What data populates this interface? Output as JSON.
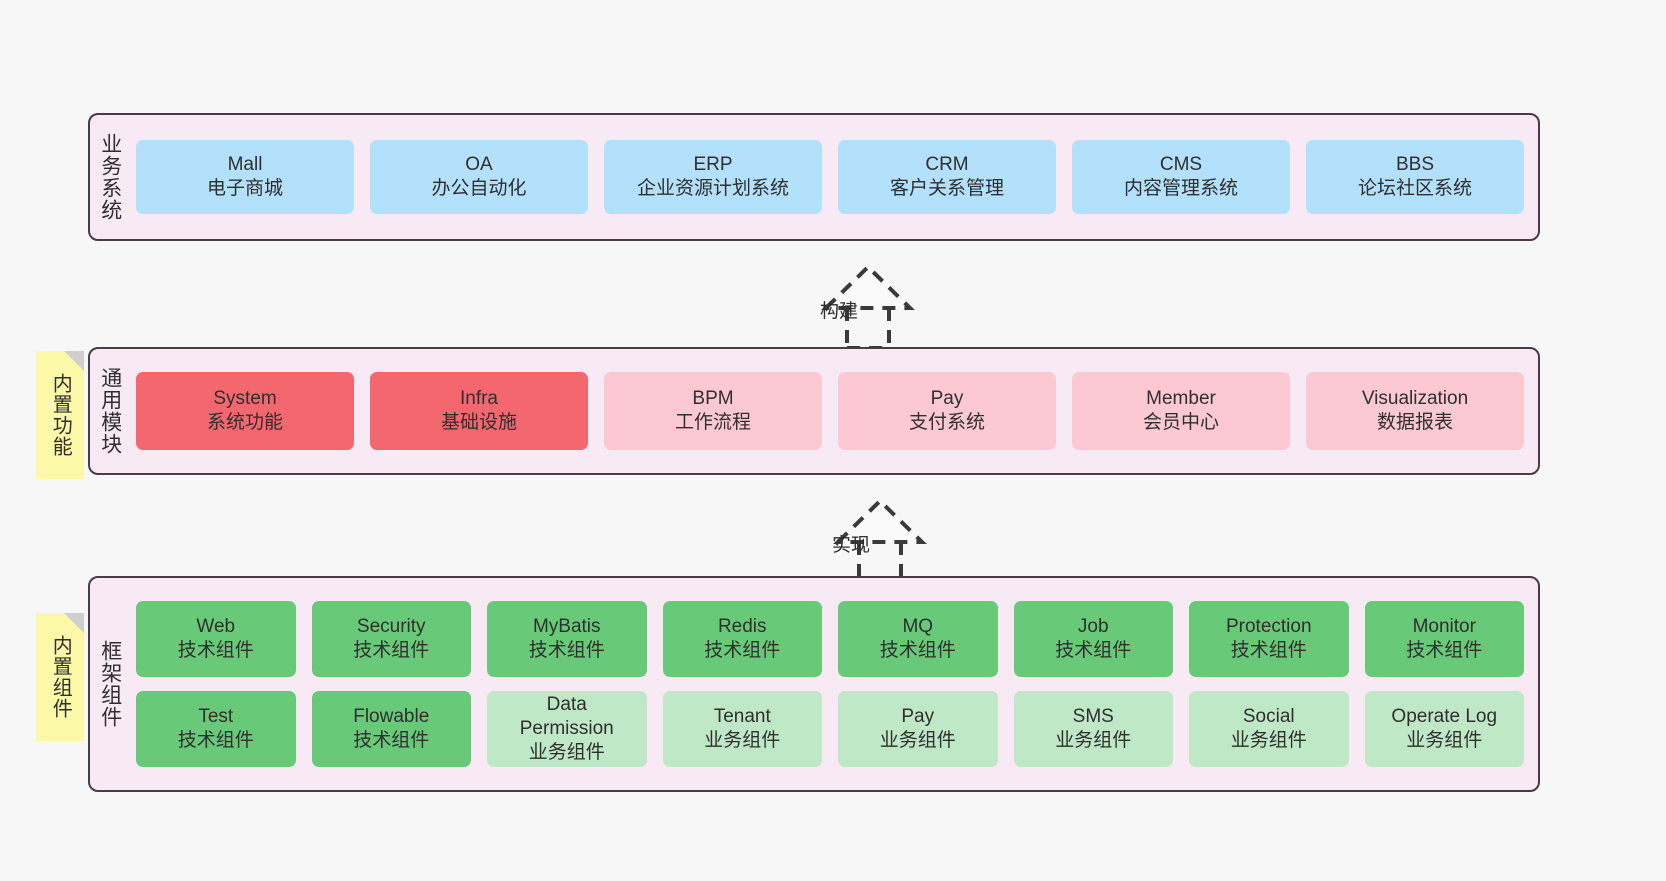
{
  "diagram": {
    "background_color": "#f7f7f7",
    "layer_fill": "#f7eaf4",
    "layer_border": "#4a3b46",
    "sticky_color": "#fbf8a8"
  },
  "layers": [
    {
      "key": "business",
      "title": "业务系统",
      "rows": [
        {
          "nodes": [
            {
              "en": "Mall",
              "cn": "电子商城",
              "color": "blue"
            },
            {
              "en": "OA",
              "cn": "办公自动化",
              "color": "blue"
            },
            {
              "en": "ERP",
              "cn": "企业资源计划系统",
              "color": "blue"
            },
            {
              "en": "CRM",
              "cn": "客户关系管理",
              "color": "blue"
            },
            {
              "en": "CMS",
              "cn": "内容管理系统",
              "color": "blue"
            },
            {
              "en": "BBS",
              "cn": "论坛社区系统",
              "color": "blue"
            }
          ]
        }
      ]
    },
    {
      "key": "common",
      "title": "通用模块",
      "sticky": "内置功能",
      "rows": [
        {
          "nodes": [
            {
              "en": "System",
              "cn": "系统功能",
              "color": "red"
            },
            {
              "en": "Infra",
              "cn": "基础设施",
              "color": "red"
            },
            {
              "en": "BPM",
              "cn": "工作流程",
              "color": "pink"
            },
            {
              "en": "Pay",
              "cn": "支付系统",
              "color": "pink"
            },
            {
              "en": "Member",
              "cn": "会员中心",
              "color": "pink"
            },
            {
              "en": "Visualization",
              "cn": "数据报表",
              "color": "pink"
            }
          ]
        }
      ]
    },
    {
      "key": "framework",
      "title": "框架组件",
      "sticky": "内置组件",
      "rows": [
        {
          "nodes": [
            {
              "en": "Web",
              "cn": "技术组件",
              "color": "green"
            },
            {
              "en": "Security",
              "cn": "技术组件",
              "color": "green"
            },
            {
              "en": "MyBatis",
              "cn": "技术组件",
              "color": "green"
            },
            {
              "en": "Redis",
              "cn": "技术组件",
              "color": "green"
            },
            {
              "en": "MQ",
              "cn": "技术组件",
              "color": "green"
            },
            {
              "en": "Job",
              "cn": "技术组件",
              "color": "green"
            },
            {
              "en": "Protection",
              "cn": "技术组件",
              "color": "green"
            },
            {
              "en": "Monitor",
              "cn": "技术组件",
              "color": "green"
            }
          ]
        },
        {
          "nodes": [
            {
              "en": "Test",
              "cn": "技术组件",
              "color": "green"
            },
            {
              "en": "Flowable",
              "cn": "技术组件",
              "color": "green"
            },
            {
              "en": "Data Permission",
              "cn": "业务组件",
              "color": "greenl",
              "wrap": true
            },
            {
              "en": "Tenant",
              "cn": "业务组件",
              "color": "greenl"
            },
            {
              "en": "Pay",
              "cn": "业务组件",
              "color": "greenl"
            },
            {
              "en": "SMS",
              "cn": "业务组件",
              "color": "greenl"
            },
            {
              "en": "Social",
              "cn": "业务组件",
              "color": "greenl"
            },
            {
              "en": "Operate Log",
              "cn": "业务组件",
              "color": "greenl"
            }
          ]
        }
      ]
    }
  ],
  "connectors": [
    {
      "key": "build",
      "label": "构建"
    },
    {
      "key": "implement",
      "label": "实现"
    }
  ]
}
